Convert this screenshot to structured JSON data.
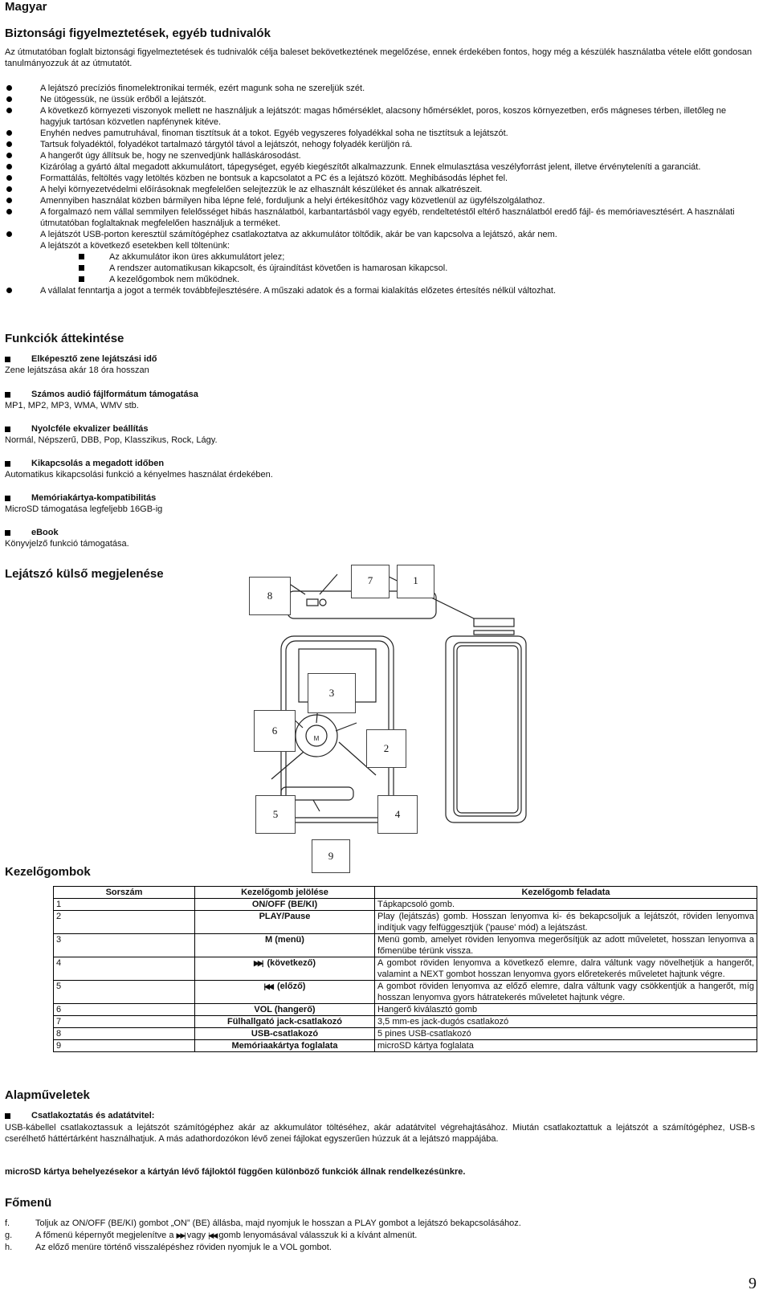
{
  "language": "Magyar",
  "safety": {
    "title": "Biztonsági figyelmeztetések, egyéb tudnivalók",
    "intro": "Az útmutatóban foglalt biztonsági figyelmeztetések és tudnivalók célja baleset bekövetkeztének megelőzése, ennek érdekében fontos, hogy még a készülék használatba vétele előtt gondosan tanulmányozzuk át az útmutatót.",
    "bullets": [
      "A lejátszó precíziós finomelektronikai termék, ezért magunk soha ne szereljük szét.",
      "Ne ütögessük, ne üssük erőből a lejátszót.",
      "A következő környezeti viszonyok mellett ne használjuk a lejátszót: magas hőmérséklet, alacsony hőmérséklet, poros, koszos környezetben, erős mágneses térben, illetőleg ne hagyjuk tartósan közvetlen napfénynek kitéve.",
      "Enyhén nedves pamutruhával, finoman tisztítsuk át a tokot. Egyéb vegyszeres folyadékkal soha ne tisztítsuk a lejátszót.",
      "Tartsuk folyadéktól, folyadékot tartalmazó tárgytól távol a lejátszót, nehogy folyadék kerüljön rá.",
      "A hangerőt úgy állítsuk be, hogy ne szenvedjünk halláskárosodást.",
      "Kizárólag a gyártó által megadott akkumulátort, tápegységet, egyéb kiegészítőt alkalmazzunk. Ennek elmulasztása veszélyforrást jelent, illetve érvényteleníti a garanciát.",
      "Formattálás, feltöltés vagy letöltés közben ne bontsuk a kapcsolatot a PC és a lejátszó között. Meghibásodás léphet fel.",
      "A helyi környezetvédelmi előírásoknak megfelelően selejtezzük le az elhasznált készüléket és annak alkatrészeit.",
      "Amennyiben használat közben bármilyen hiba lépne felé, forduljunk a helyi értékesítőhöz vagy közvetlenül az ügyfélszolgálathoz.",
      "A forgalmazó nem vállal semmilyen felelősséget hibás használatból, karbantartásból vagy egyéb, rendeltetéstől eltérő használatból eredő fájl- és memóriavesztésért. A használati útmutatóban foglaltaknak megfelelően használjuk a terméket.",
      "A lejátszót USB-porton keresztül számítógéphez csatlakoztatva az akkumulátor töltődik, akár be van kapcsolva a lejátszó, akár nem."
    ],
    "restart_intro": "A lejátszót a következő esetekben kell töltenünk:",
    "sub_bullets": [
      "Az akkumulátor ikon üres akkumulátort jelez;",
      "A rendszer automatikusan kikapcsolt, és újraindítást követően is hamarosan kikapcsol.",
      "A kezelőgombok nem működnek."
    ],
    "last_bullet": "A vállalat fenntartja a jogot a termék továbbfejlesztésére. A műszaki adatok és a formai kialakítás előzetes értesítés nélkül változhat."
  },
  "features": {
    "title": "Funkciók áttekintése",
    "items": [
      {
        "title": "Elképesztő zene lejátszási idő",
        "text": "Zene lejátszása akár 18 óra hosszan"
      },
      {
        "title": "Számos audió fájlformátum támogatása",
        "text": "MP1, MP2, MP3, WMA, WMV stb."
      },
      {
        "title": "Nyolcféle ekvalizer beállítás",
        "text": "Normál, Népszerű, DBB, Pop, Klasszikus, Rock, Lágy."
      },
      {
        "title": "Kikapcsolás a megadott időben",
        "text": "Automatikus kikapcsolási funkció a kényelmes használat érdekében."
      },
      {
        "title": "Memóriakártya-kompatibilitás",
        "text": "MicroSD támogatása legfeljebb 16GB-ig"
      },
      {
        "title": "eBook",
        "text": "Könyvjelző funkció támogatása."
      }
    ]
  },
  "exterior": {
    "title": "Lejátszó külső megjelenése",
    "labels": [
      "8",
      "7",
      "1",
      "3",
      "6",
      "2",
      "5",
      "4",
      "9"
    ],
    "device_m": "M"
  },
  "controls": {
    "title": "Kezelőgombok",
    "headers": [
      "Sorszám",
      "Kezelőgomb jelölése",
      "Kezelőgomb feladata"
    ],
    "rows": [
      {
        "n": "1",
        "name": "ON/OFF (BE/KI)",
        "desc": "Tápkapcsoló gomb."
      },
      {
        "n": "2",
        "name": "PLAY/Pause",
        "desc": "Play (lejátszás) gomb. Hosszan lenyomva ki- és bekapcsoljuk a lejátszót, röviden lenyomva indítjuk vagy felfüggesztjük ('pause' mód) a lejátszást."
      },
      {
        "n": "3",
        "name": "M (menü)",
        "desc": "Menü gomb, amelyet röviden lenyomva megerősítjük az adott műveletet, hosszan lenyomva a főmenübe térünk vissza."
      },
      {
        "n": "4",
        "name": "(következő)",
        "desc": "A gombot röviden lenyomva a következő elemre, dalra váltunk vagy növelhetjük a hangerőt, valamint a NEXT gombot hosszan lenyomva gyors előretekerés műveletet hajtunk végre."
      },
      {
        "n": "5",
        "name": "(előző)",
        "desc": "A gombot röviden lenyomva az előző elemre, dalra váltunk vagy csökkentjük a hangerőt, míg hosszan lenyomva gyors hátratekerés műveletet hajtunk végre."
      },
      {
        "n": "6",
        "name": "VOL (hangerő)",
        "desc": "Hangerő kiválasztó gomb"
      },
      {
        "n": "7",
        "name": "Fülhallgató jack-csatlakozó",
        "desc": "3,5 mm-es jack-dugós csatlakozó"
      },
      {
        "n": "8",
        "name": "USB-csatlakozó",
        "desc": "5 pines USB-csatlakozó"
      },
      {
        "n": "9",
        "name": "Memóriaakártya foglalata",
        "desc": "microSD kártya foglalata"
      }
    ]
  },
  "basics": {
    "title": "Alapműveletek",
    "sub_title": "Csatlakoztatás és adatátvitel:",
    "text": "USB-kábellel csatlakoztassuk a lejátszót számítógéphez akár az akkumulátor töltéséhez, akár adatátvitel végrehajtásához. Miután csatlakoztattuk a lejátszót a számítógéphez, USB-s cserélhető háttértárként használhatjuk. A más adathordozókon lévő zenei fájlokat egyszerűen húzzuk át a lejátszó mappájába.",
    "note": "microSD kártya behelyezésekor a kártyán lévő fájloktól függően különböző funkciók állnak rendelkezésünkre."
  },
  "mainmenu": {
    "title": "Főmenü",
    "items": [
      {
        "k": "f.",
        "text": "Toljuk az ON/OFF (BE/KI) gombot „ON” (BE) állásba, majd nyomjuk le hosszan a PLAY gombot a lejátszó bekapcsolásához."
      },
      {
        "k": "g.",
        "pre": "A főmenü képernyőt megjelenítve a",
        "mid": "vagy",
        "post": "gomb lenyomásával válasszuk ki a kívánt almenüt."
      },
      {
        "k": "h.",
        "text": "Az előző menüre történő visszalépéshez röviden nyomjuk le a VOL gombot."
      }
    ]
  },
  "page_number": "9"
}
